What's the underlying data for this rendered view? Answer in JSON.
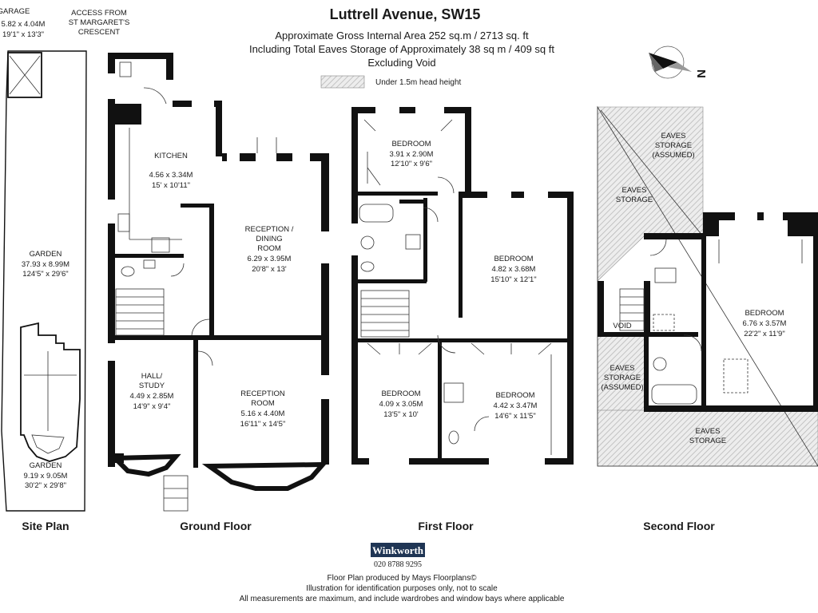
{
  "header": {
    "title": "Luttrell Avenue, SW15",
    "line1": "Approximate Gross Internal Area 252 sq.m  /  2713 sq. ft",
    "line2": "Including Total Eaves Storage of Approximately 38 sq m /  409 sq ft",
    "line3": "Excluding Void"
  },
  "legend": {
    "head_height": "Under 1.5m head height"
  },
  "compass": {
    "label": "N"
  },
  "site_plan": {
    "garage": {
      "name": "GARAGE",
      "m": "5.82 x 4.04M",
      "ft": "19'1\" x 13'3\""
    },
    "access": {
      "l1": "ACCESS FROM",
      "l2": "ST MARGARET'S",
      "l3": "CRESCENT"
    },
    "garden_rear": {
      "name": "GARDEN",
      "m": "37.93 x 8.99M",
      "ft": "124'5\" x 29'6\""
    },
    "garden_front": {
      "name": "GARDEN",
      "m": "9.19 x 9.05M",
      "ft": "30'2\" x 29'8\""
    }
  },
  "ground_floor": {
    "kitchen": {
      "name": "KITCHEN",
      "m": "4.56 x 3.34M",
      "ft": "15' x 10'11\""
    },
    "reception_dining": {
      "n1": "RECEPTION /",
      "n2": "DINING",
      "n3": "ROOM",
      "m": "6.29 x 3.95M",
      "ft": "20'8\" x 13'"
    },
    "hall_study": {
      "n1": "HALL/",
      "n2": "STUDY",
      "m": "4.49 x 2.85M",
      "ft": "14'9\" x 9'4\""
    },
    "reception": {
      "n1": "RECEPTION",
      "n2": "ROOM",
      "m": "5.16 x 4.40M",
      "ft": "16'11\" x 14'5\""
    }
  },
  "first_floor": {
    "bedroom_a": {
      "name": "BEDROOM",
      "m": "3.91 x 2.90M",
      "ft": "12'10\" x 9'6\""
    },
    "bedroom_b": {
      "name": "BEDROOM",
      "m": "4.82 x 3.68M",
      "ft": "15'10\" x 12'1\""
    },
    "bedroom_c": {
      "name": "BEDROOM",
      "m": "4.09 x 3.05M",
      "ft": "13'5\" x 10'"
    },
    "bedroom_d": {
      "name": "BEDROOM",
      "m": "4.42 x 3.47M",
      "ft": "14'6\" x 11'5\""
    }
  },
  "second_floor": {
    "eaves_assumed_top": {
      "l1": "EAVES",
      "l2": "STORAGE",
      "l3": "(ASSUMED)"
    },
    "eaves_left": {
      "l1": "EAVES",
      "l2": "STORAGE"
    },
    "void": "VOID",
    "bedroom": {
      "name": "BEDROOM",
      "m": "6.76 x 3.57M",
      "ft": "22'2\" x 11'9\""
    },
    "eaves_assumed_mid": {
      "l1": "EAVES",
      "l2": "STORAGE",
      "l3": "(ASSUMED)"
    },
    "eaves_bottom": {
      "l1": "EAVES",
      "l2": "STORAGE"
    }
  },
  "floor_labels": {
    "site": "Site Plan",
    "ground": "Ground Floor",
    "first": "First Floor",
    "second": "Second Floor"
  },
  "agent": {
    "name": "Winkworth",
    "phone": "020 8788 9295"
  },
  "footer": {
    "l1": "Floor Plan produced by Mays Floorplans©",
    "l2": "Illustration for identification purposes only, not to scale",
    "l3": "All measurements are maximum, and include wardrobes and window bays where applicable"
  },
  "colors": {
    "wall": "#111111",
    "hatch": "#bfbfbf",
    "logo_bg": "#1f3554"
  }
}
